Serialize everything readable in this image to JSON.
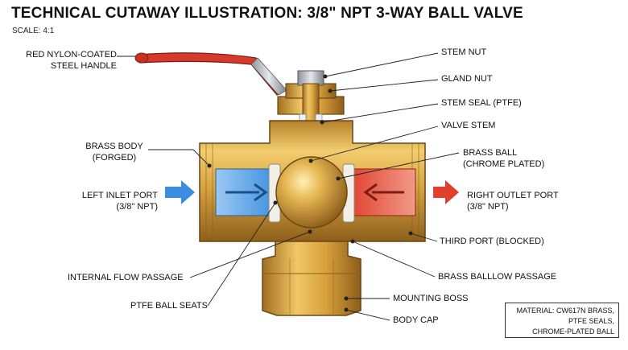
{
  "title": "TECHNICAL CUTAWAY ILLUSTRATION: 3/8\" NPT 3-WAY BALL VALVE",
  "scale": "SCALE: 4:1",
  "labels": {
    "handle": [
      "RED NYLON-COATED",
      "STEEL HANDLE"
    ],
    "stem_nut": "STEM NUT",
    "gland_nut": "GLAND NUT",
    "stem_seal": "STEM SEAL (PTFE)",
    "valve_stem": "VALVE STEM",
    "brass_body": [
      "BRASS BODY",
      "(FORGED)"
    ],
    "brass_ball": [
      "BRASS BALL",
      "(CHROME PLATED)"
    ],
    "left_inlet": [
      "LEFT INLET PORT",
      "(3/8\" NPT)"
    ],
    "right_outlet": [
      "RIGHT OUTLET PORT",
      "(3/8\" NPT)"
    ],
    "third_port": "THIRD PORT (BLOCKED)",
    "internal_flow": "INTERNAL FLOW PASSAGE",
    "ball_passage": "BRASS BALLLOW PASSAGE",
    "ptfe_seats": "PTFE BALL SEATS",
    "mounting_boss": "MOUNTING BOSS",
    "body_cap": "BODY CAP"
  },
  "material_note": [
    "MATERIAL: CW617N BRASS,",
    "PTFE SEALS,",
    "CHROME-PLATED BALL"
  ],
  "colors": {
    "handle": "#d63a2c",
    "brass": "#d9a441",
    "inlet_flow": "#3c8fe0",
    "outlet_flow": "#e0402e",
    "ptfe": "#f1efe6"
  }
}
